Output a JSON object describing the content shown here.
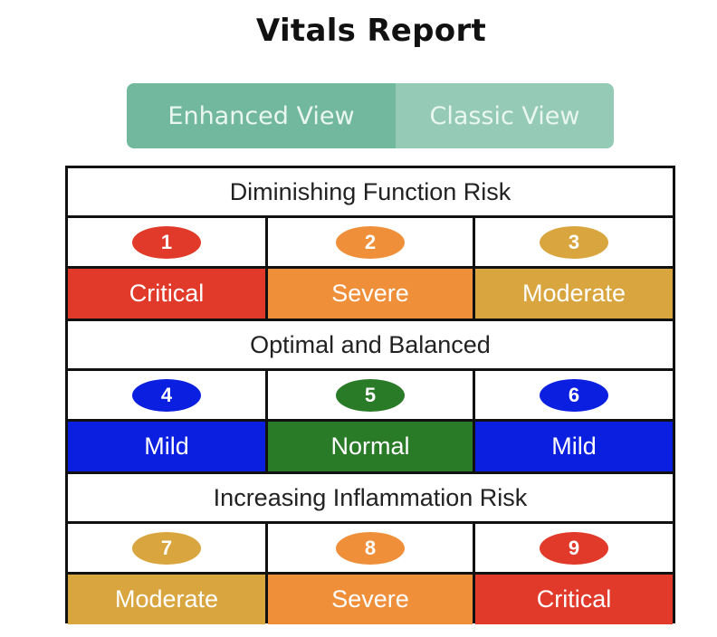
{
  "title": "Vitals Report",
  "view_toggle": {
    "enhanced": "Enhanced View",
    "classic": "Classic View",
    "selected": "Enhanced View"
  },
  "sections": [
    {
      "heading": "Diminishing Function Risk",
      "cells": [
        {
          "num": "1",
          "label": "Critical",
          "color": "#e13a2a"
        },
        {
          "num": "2",
          "label": "Severe",
          "color": "#ef8f3a"
        },
        {
          "num": "3",
          "label": "Moderate",
          "color": "#d9a53f"
        }
      ]
    },
    {
      "heading": "Optimal and Balanced",
      "cells": [
        {
          "num": "4",
          "label": "Mild",
          "color": "#0a1fe0"
        },
        {
          "num": "5",
          "label": "Normal",
          "color": "#2a7b28"
        },
        {
          "num": "6",
          "label": "Mild",
          "color": "#0a1fe0"
        }
      ]
    },
    {
      "heading": "Increasing Inflammation Risk",
      "cells": [
        {
          "num": "7",
          "label": "Moderate",
          "color": "#d9a53f"
        },
        {
          "num": "8",
          "label": "Severe",
          "color": "#ef8f3a"
        },
        {
          "num": "9",
          "label": "Critical",
          "color": "#e13a2a"
        }
      ]
    }
  ]
}
